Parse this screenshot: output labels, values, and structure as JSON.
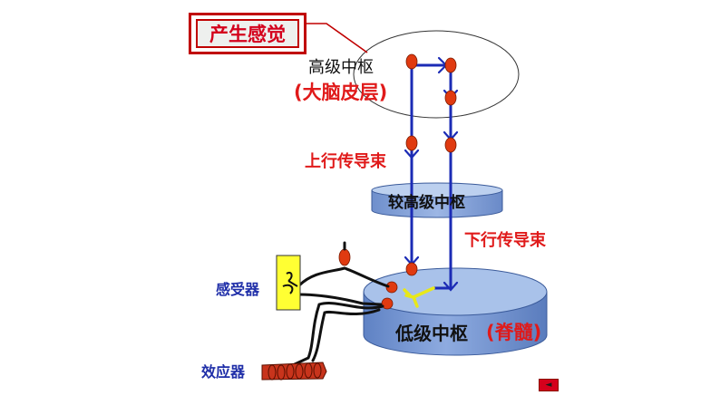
{
  "labels": {
    "sensation": "产生感觉",
    "higher_center": "高级中枢",
    "cerebral_cortex": "(大脑皮层)",
    "ascending_tract": "上行传导束",
    "mid_center": "较高级中枢",
    "descending_tract": "下行传导束",
    "receptor": "感受器",
    "lower_center": "低级中枢",
    "spinal_cord": "(脊髓)",
    "effector": "效应器"
  },
  "controls": {
    "back_glyph": "◄"
  },
  "colors": {
    "red_text": "#e01a1a",
    "blue_text": "#1f2ea8",
    "nerve_blue": "#1b2bb5",
    "neuron_red": "#e03a10",
    "cylinder_face": "#7e9fd6",
    "cylinder_top": "#a9c2ea",
    "receptor_yellow": "#ffff33",
    "interneuron_yellow": "#e8e81a",
    "muscle_red": "#c8341c"
  }
}
